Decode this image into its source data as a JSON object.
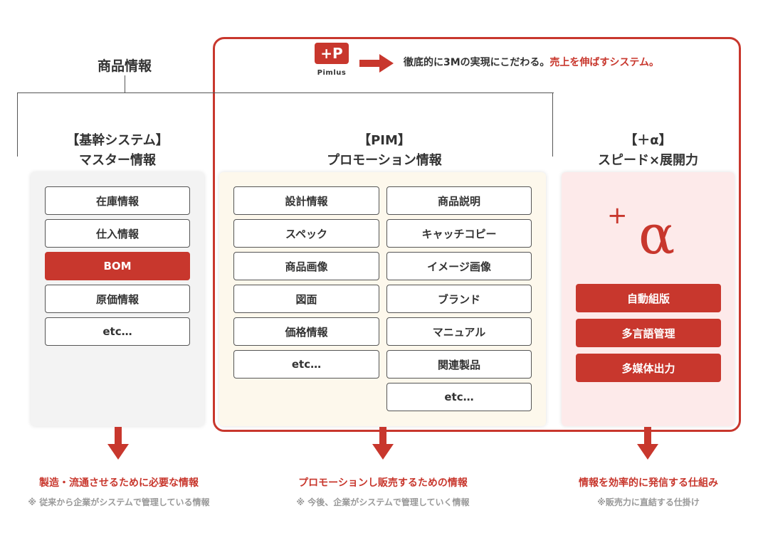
{
  "logo": {
    "mark": "+P",
    "text": "Pimlus"
  },
  "tagline": {
    "text": "徹底的に3Mの実現にこだわる。",
    "highlight": "売上を伸ばすシステム。"
  },
  "product_info_title": "商品情報",
  "columns": {
    "master": {
      "title_line1": "【基幹システム】",
      "title_line2": "マスター情報",
      "items": [
        "在庫情報",
        "仕入情報",
        "BOM",
        "原価情報",
        "etc…"
      ],
      "highlighted_index": 2,
      "bottom_main": "製造・流通させるために必要な情報",
      "bottom_sub": "※ 従来から企業がシステムで管理している情報"
    },
    "pim": {
      "title_line1": "【PIM】",
      "title_line2": "プロモーション情報",
      "left_items": [
        "設計情報",
        "スペック",
        "商品画像",
        "図面",
        "価格情報",
        "etc…"
      ],
      "right_items": [
        "商品説明",
        "キャッチコピー",
        "イメージ画像",
        "ブランド",
        "マニュアル",
        "関連製品",
        "etc…"
      ],
      "bottom_main": "プロモーションし販売するための情報",
      "bottom_sub": "※ 今後、企業がシステムで管理していく情報"
    },
    "alpha": {
      "title_line1": "【＋α】",
      "title_line2": "スピード×展開力",
      "plus": "+",
      "alpha": "α",
      "items": [
        "自動組版",
        "多言語管理",
        "多媒体出力"
      ],
      "bottom_main": "情報を効率的に発信する仕組み",
      "bottom_sub": "※販売力に直結する仕掛け"
    }
  },
  "colors": {
    "accent": "#c8372d",
    "text": "#333333",
    "muted": "#999999"
  }
}
